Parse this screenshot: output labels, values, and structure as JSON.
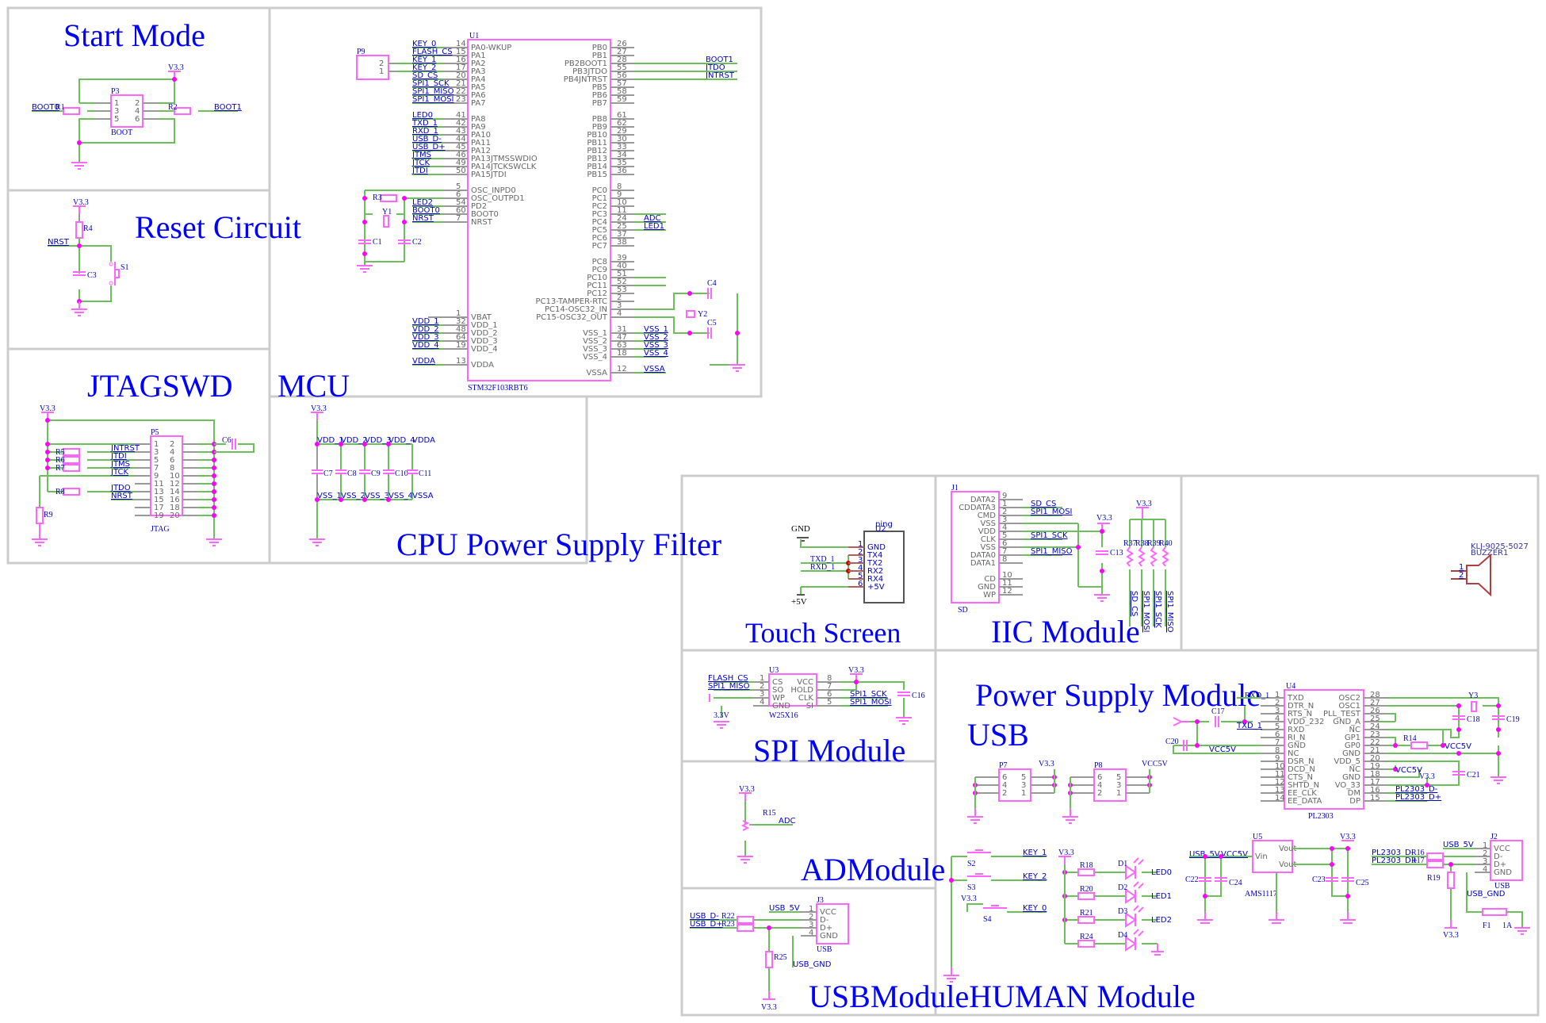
{
  "sections": {
    "start_mode": "Start Mode",
    "reset_circuit": "Reset Circuit",
    "jtagswd": "JTAGSWD",
    "mcu": "MCU",
    "cpu_power_filter": "CPU Power Supply Filter",
    "touch_screen": "Touch Screen",
    "iic_module": "IIC Module",
    "spi_module": "SPI Module",
    "power_supply_module": "Power Supply Module",
    "usb": "USB",
    "ad_module": "ADModule",
    "usb_module": "USBModule",
    "human_module": "HUMAN Module"
  },
  "power": {
    "v33": "V3.3",
    "gnd": "GND",
    "p5v": "+5V",
    "vcc5v": "VCC5V",
    "v33b": "3.3V",
    "usb5v": "USB_5V",
    "usb_gnd": "USB_GND"
  },
  "start_mode": {
    "connector": {
      "ref": "P3",
      "value": "BOOT",
      "pins_left": [
        "1",
        "3",
        "5"
      ],
      "pins_right": [
        "2",
        "4",
        "6"
      ]
    },
    "r1": "R1",
    "r2": "R2",
    "boot0": "BOOT0",
    "boot1": "BOOT1"
  },
  "reset": {
    "r4": "R4",
    "c3": "C3",
    "s1": "S1",
    "nrst": "NRST"
  },
  "jtag": {
    "ref": "P5",
    "value": "JTAG",
    "c6": "C6",
    "r_labels": [
      "R5",
      "R6",
      "R7",
      "R8",
      "R9"
    ],
    "left_pins": [
      "1",
      "3",
      "5",
      "7",
      "9",
      "11",
      "13",
      "15",
      "17",
      "19"
    ],
    "right_pins": [
      "2",
      "4",
      "6",
      "8",
      "10",
      "12",
      "14",
      "16",
      "18",
      "20"
    ],
    "nets": [
      "JNTRST",
      "JTDI",
      "JTMS",
      "JTCK",
      "JTDO",
      "NRST"
    ]
  },
  "mcu": {
    "ref": "U1",
    "value": "STM32F103RBT6",
    "p9": {
      "ref": "P9",
      "pins": [
        "2",
        "1"
      ]
    },
    "left_pins": [
      {
        "num": "14",
        "name": "PA0-WKUP",
        "net": "KEY_0"
      },
      {
        "num": "15",
        "name": "PA1",
        "net": "FLASH_CS"
      },
      {
        "num": "16",
        "name": "PA2",
        "net": "KEY_1"
      },
      {
        "num": "17",
        "name": "PA3",
        "net": "KEY_2"
      },
      {
        "num": "20",
        "name": "PA4",
        "net": "SD_CS"
      },
      {
        "num": "21",
        "name": "PA5",
        "net": "SPI1_SCK"
      },
      {
        "num": "22",
        "name": "PA6",
        "net": "SPI1_MISO"
      },
      {
        "num": "23",
        "name": "PA7",
        "net": "SPI1_MOSI"
      },
      {
        "num": "41",
        "name": "PA8",
        "net": "LED0"
      },
      {
        "num": "42",
        "name": "PA9",
        "net": "TXD_1"
      },
      {
        "num": "43",
        "name": "PA10",
        "net": "RXD_1"
      },
      {
        "num": "44",
        "name": "PA11",
        "net": "USB_D-"
      },
      {
        "num": "45",
        "name": "PA12",
        "net": "USB_D+"
      },
      {
        "num": "46",
        "name": "PA13JTMSSWDIO",
        "net": "JTMS"
      },
      {
        "num": "49",
        "name": "PA14JTCKSWCLK",
        "net": "JTCK"
      },
      {
        "num": "50",
        "name": "PA15JTDI",
        "net": "JTDI"
      },
      {
        "num": "5",
        "name": "OSC_INPD0",
        "net": ""
      },
      {
        "num": "6",
        "name": "OSC_OUTPD1",
        "net": ""
      },
      {
        "num": "54",
        "name": "PD2",
        "net": "LED2"
      },
      {
        "num": "60",
        "name": "BOOT0",
        "net": "BOOT0"
      },
      {
        "num": "7",
        "name": "NRST",
        "net": "NRST"
      },
      {
        "num": "1",
        "name": "VBAT",
        "net": ""
      },
      {
        "num": "32",
        "name": "VDD_1",
        "net": "VDD_1"
      },
      {
        "num": "48",
        "name": "VDD_2",
        "net": "VDD_2"
      },
      {
        "num": "64",
        "name": "VDD_3",
        "net": "VDD_3"
      },
      {
        "num": "19",
        "name": "VDD_4",
        "net": "VDD_4"
      },
      {
        "num": "13",
        "name": "VDDA",
        "net": "VDDA"
      }
    ],
    "right_pins": [
      {
        "num": "26",
        "name": "PB0",
        "net": ""
      },
      {
        "num": "27",
        "name": "PB1",
        "net": ""
      },
      {
        "num": "28",
        "name": "PB2BOOT1",
        "net": "BOOT1"
      },
      {
        "num": "55",
        "name": "PB3JTDO",
        "net": "JTDO"
      },
      {
        "num": "56",
        "name": "PB4JNTRST",
        "net": "JNTRST"
      },
      {
        "num": "57",
        "name": "PB5",
        "net": ""
      },
      {
        "num": "58",
        "name": "PB6",
        "net": ""
      },
      {
        "num": "59",
        "name": "PB7",
        "net": ""
      },
      {
        "num": "61",
        "name": "PB8",
        "net": ""
      },
      {
        "num": "62",
        "name": "PB9",
        "net": ""
      },
      {
        "num": "29",
        "name": "PB10",
        "net": ""
      },
      {
        "num": "30",
        "name": "PB11",
        "net": ""
      },
      {
        "num": "33",
        "name": "PB12",
        "net": ""
      },
      {
        "num": "34",
        "name": "PB13",
        "net": ""
      },
      {
        "num": "35",
        "name": "PB14",
        "net": ""
      },
      {
        "num": "36",
        "name": "PB15",
        "net": ""
      },
      {
        "num": "8",
        "name": "PC0",
        "net": ""
      },
      {
        "num": "9",
        "name": "PC1",
        "net": ""
      },
      {
        "num": "10",
        "name": "PC2",
        "net": ""
      },
      {
        "num": "11",
        "name": "PC3",
        "net": ""
      },
      {
        "num": "24",
        "name": "PC4",
        "net": "ADC"
      },
      {
        "num": "25",
        "name": "PC5",
        "net": "LED1"
      },
      {
        "num": "37",
        "name": "PC6",
        "net": ""
      },
      {
        "num": "38",
        "name": "PC7",
        "net": ""
      },
      {
        "num": "39",
        "name": "PC8",
        "net": ""
      },
      {
        "num": "40",
        "name": "PC9",
        "net": ""
      },
      {
        "num": "51",
        "name": "PC10",
        "net": ""
      },
      {
        "num": "52",
        "name": "PC11",
        "net": ""
      },
      {
        "num": "53",
        "name": "PC12",
        "net": ""
      },
      {
        "num": "2",
        "name": "PC13-TAMPER-RTC",
        "net": ""
      },
      {
        "num": "3",
        "name": "PC14-OSC32_IN",
        "net": ""
      },
      {
        "num": "4",
        "name": "PC15-OSC32_OUT",
        "net": ""
      },
      {
        "num": "31",
        "name": "VSS_1",
        "net": "VSS_1"
      },
      {
        "num": "47",
        "name": "VSS_2",
        "net": "VSS_2"
      },
      {
        "num": "63",
        "name": "VSS_3",
        "net": "VSS_3"
      },
      {
        "num": "18",
        "name": "VSS_4",
        "net": "VSS_4"
      },
      {
        "num": "12",
        "name": "VSSA",
        "net": "VSSA"
      }
    ],
    "r3": "R3",
    "y1": "Y1",
    "c1": "C1",
    "c2": "C2",
    "y2": "Y2",
    "c4": "C4",
    "c5": "C5"
  },
  "cpu_filter": {
    "vdd_nets": [
      "VDD_1",
      "VDD_2",
      "VDD_3",
      "VDD_4",
      "VDDA"
    ],
    "vss_nets": [
      "VSS_1",
      "VSS_2",
      "VSS_3",
      "VSS_4",
      "VSSA"
    ],
    "caps": [
      "C7",
      "C8",
      "C9",
      "C10",
      "C11"
    ]
  },
  "touch": {
    "ref": "U2",
    "value": "ping",
    "pins": [
      {
        "num": "1",
        "name": "GND"
      },
      {
        "num": "2",
        "name": "TX4"
      },
      {
        "num": "3",
        "name": "TX2"
      },
      {
        "num": "4",
        "name": "RX2"
      },
      {
        "num": "5",
        "name": "RX4"
      },
      {
        "num": "6",
        "name": "+5V"
      }
    ],
    "txd": "TXD_1",
    "rxd": "RXD_1"
  },
  "iic": {
    "ref": "J1",
    "value": "SD",
    "c13": "C13",
    "pins": [
      {
        "num": "9",
        "name": "DATA2",
        "net": ""
      },
      {
        "num": "1",
        "name": "CDDATA3",
        "net": "SD_CS"
      },
      {
        "num": "2",
        "name": "CMD",
        "net": "SPI1_MOSI"
      },
      {
        "num": "3",
        "name": "VSS",
        "net": ""
      },
      {
        "num": "4",
        "name": "VDD",
        "net": ""
      },
      {
        "num": "5",
        "name": "CLK",
        "net": "SPI1_SCK"
      },
      {
        "num": "6",
        "name": "VSS",
        "net": ""
      },
      {
        "num": "7",
        "name": "DATA0",
        "net": "SPI1_MISO"
      },
      {
        "num": "8",
        "name": "DATA1",
        "net": ""
      },
      {
        "num": "10",
        "name": "CD",
        "net": ""
      },
      {
        "num": "11",
        "name": "GND",
        "net": ""
      },
      {
        "num": "12",
        "name": "WP",
        "net": ""
      }
    ],
    "pullups": [
      {
        "ref": "R37",
        "net": "SD_CS"
      },
      {
        "ref": "R38",
        "net": "SPI1_MOSI"
      },
      {
        "ref": "R39",
        "net": "SPI1_SCK"
      },
      {
        "ref": "R40",
        "net": "SPI1_MISO"
      }
    ]
  },
  "buzzer": {
    "ref": "BUZZER1",
    "value": "KLJ-9025-5027",
    "pins": [
      "1",
      "2"
    ]
  },
  "spi": {
    "ref": "U3",
    "value": "W25X16",
    "c16": "C16",
    "left": [
      {
        "num": "1",
        "name": "CS",
        "net": "FLASH_CS"
      },
      {
        "num": "2",
        "name": "SO",
        "net": "SPI1_MISO"
      },
      {
        "num": "3",
        "name": "WP",
        "net": ""
      },
      {
        "num": "4",
        "name": "GND",
        "net": ""
      }
    ],
    "right": [
      {
        "num": "8",
        "name": "VCC",
        "net": ""
      },
      {
        "num": "7",
        "name": "HOLD",
        "net": ""
      },
      {
        "num": "6",
        "name": "CLK",
        "net": "SPI1_SCK"
      },
      {
        "num": "5",
        "name": "SI",
        "net": "SPI1_MOSI"
      }
    ]
  },
  "usb_bridge": {
    "ref": "U4",
    "value": "PL2303",
    "c17": "C17",
    "c20": "C20",
    "c18": "C18",
    "c19": "C19",
    "c21": "C21",
    "y3": "Y3",
    "r14": "R14",
    "rxd": "RXD_1",
    "txd": "TXD_1",
    "dm": "PL2303_D-",
    "dp": "PL2303_D+",
    "left": [
      {
        "num": "1",
        "name": "TXD"
      },
      {
        "num": "2",
        "name": "DTR_N"
      },
      {
        "num": "3",
        "name": "RTS_N"
      },
      {
        "num": "4",
        "name": "VDD_232"
      },
      {
        "num": "5",
        "name": "RXD"
      },
      {
        "num": "6",
        "name": "RI_N"
      },
      {
        "num": "7",
        "name": "GND"
      },
      {
        "num": "8",
        "name": "NC"
      },
      {
        "num": "9",
        "name": "DSR_N"
      },
      {
        "num": "10",
        "name": "DCD_N"
      },
      {
        "num": "11",
        "name": "CTS_N"
      },
      {
        "num": "12",
        "name": "SHTD_N"
      },
      {
        "num": "13",
        "name": "EE_CLK"
      },
      {
        "num": "14",
        "name": "EE_DATA"
      }
    ],
    "right": [
      {
        "num": "28",
        "name": "OSC2"
      },
      {
        "num": "27",
        "name": "OSC1"
      },
      {
        "num": "26",
        "name": "PLL_TEST"
      },
      {
        "num": "25",
        "name": "GND_A"
      },
      {
        "num": "24",
        "name": "NC"
      },
      {
        "num": "23",
        "name": "GP1"
      },
      {
        "num": "22",
        "name": "GP0"
      },
      {
        "num": "21",
        "name": "GND"
      },
      {
        "num": "20",
        "name": "VDD_5"
      },
      {
        "num": "19",
        "name": "NC"
      },
      {
        "num": "18",
        "name": "GND"
      },
      {
        "num": "17",
        "name": "VO_33"
      },
      {
        "num": "16",
        "name": "DM"
      },
      {
        "num": "15",
        "name": "DP"
      }
    ]
  },
  "usb_headers": [
    {
      "ref": "P7",
      "left": [
        "6",
        "4",
        "2"
      ],
      "right": [
        "5",
        "3",
        "1"
      ],
      "supply": "V3.3"
    },
    {
      "ref": "P8",
      "left": [
        "6",
        "4",
        "2"
      ],
      "right": [
        "5",
        "3",
        "1"
      ],
      "supply": "VCC5V"
    }
  ],
  "regulator": {
    "ref": "U5",
    "value": "AMS1117",
    "pins": [
      {
        "num": "3",
        "name": "Vin"
      },
      {
        "num": "2",
        "name": "Vout"
      },
      {
        "num": "4",
        "name": "Vout"
      },
      {
        "num": "1",
        "name": "GND"
      }
    ],
    "caps": [
      "C22",
      "C24",
      "C23",
      "C25"
    ]
  },
  "usb_conn2": {
    "ref": "J2",
    "value": "USB",
    "pins": [
      {
        "num": "1",
        "name": "VCC"
      },
      {
        "num": "2",
        "name": "D-"
      },
      {
        "num": "3",
        "name": "D+"
      },
      {
        "num": "4",
        "name": "GND"
      }
    ],
    "r16": "R16",
    "r17": "R17",
    "r19": "R19",
    "fuse": "F1",
    "fuse_val": "1A"
  },
  "adc": {
    "r15": "R15",
    "net": "ADC"
  },
  "usb_conn3": {
    "ref": "J3",
    "value": "USB",
    "pins": [
      {
        "num": "1",
        "name": "VCC"
      },
      {
        "num": "2",
        "name": "D-"
      },
      {
        "num": "3",
        "name": "D+"
      },
      {
        "num": "4",
        "name": "GND"
      }
    ],
    "r22": "R22",
    "r23": "R23",
    "r25": "R25",
    "dm": "USB_D-",
    "dp": "USB_D+"
  },
  "human": {
    "switches": [
      {
        "ref": "S2",
        "net": "KEY_1"
      },
      {
        "ref": "S3",
        "net": "KEY_2"
      },
      {
        "ref": "S4",
        "net": "KEY_0"
      }
    ],
    "leds": [
      {
        "r": "R18",
        "d": "D1",
        "net": "LED0"
      },
      {
        "r": "R20",
        "d": "D2",
        "net": "LED1"
      },
      {
        "r": "R21",
        "d": "D3",
        "net": "LED2"
      },
      {
        "r": "R24",
        "d": "D4",
        "net": ""
      }
    ]
  }
}
